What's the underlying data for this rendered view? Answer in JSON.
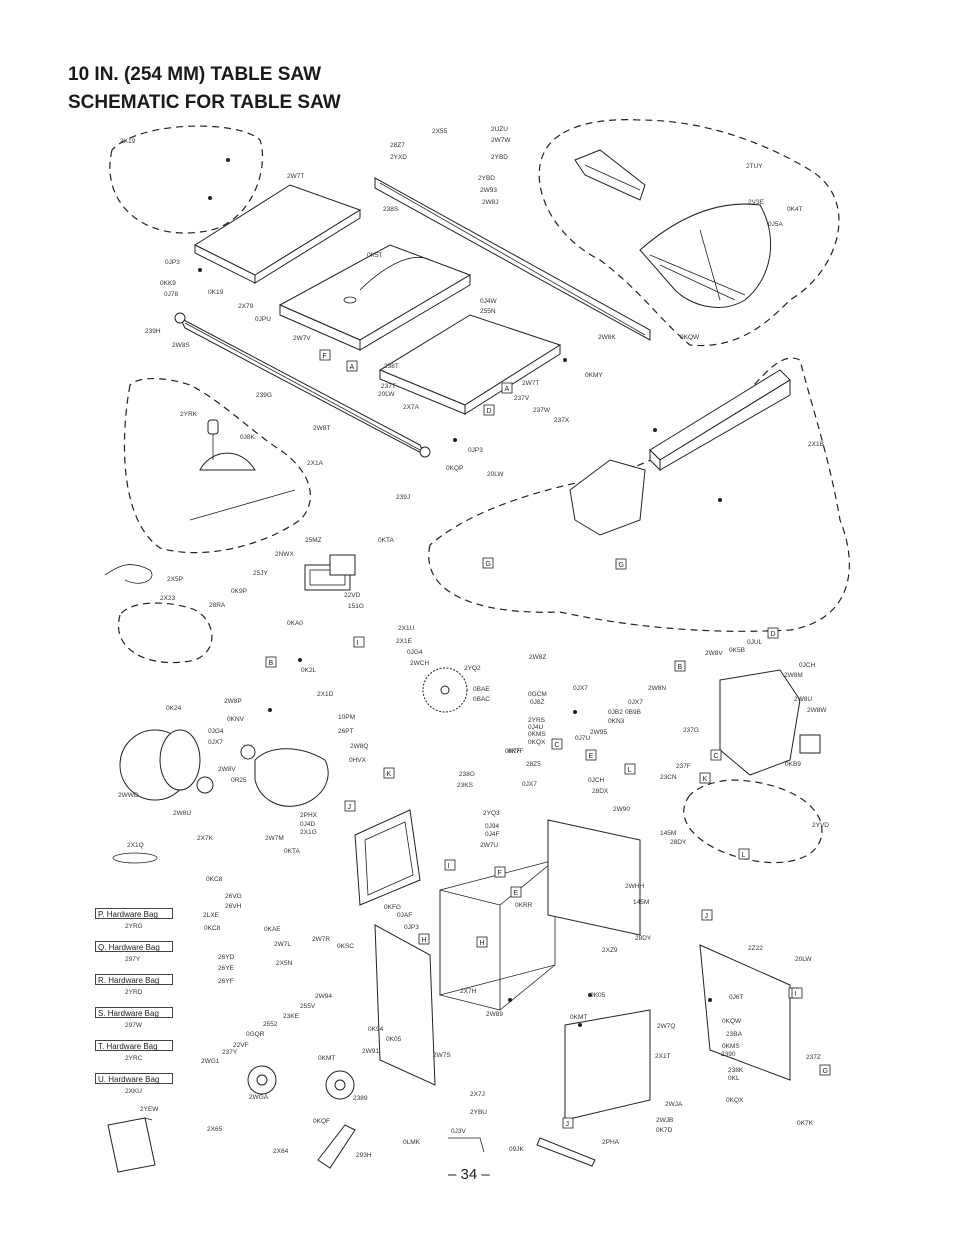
{
  "header": {
    "title_line1": "10 IN. (254 MM) TABLE SAW",
    "title_line2": "SCHEMATIC FOR TABLE SAW"
  },
  "page_number": "– 34 –",
  "hardware_bags": [
    {
      "label": "P. Hardware Bag",
      "code": "2YRG"
    },
    {
      "label": "Q. Hardware Bag",
      "code": "297Y"
    },
    {
      "label": "R. Hardware Bag",
      "code": "2YRD"
    },
    {
      "label": "S. Hardware Bag",
      "code": "297W"
    },
    {
      "label": "T. Hardware Bag",
      "code": "2YRC"
    },
    {
      "label": "U. Hardware Bag",
      "code": "2XKU"
    }
  ],
  "part_labels": [
    "2X19",
    "2W7T",
    "28Z7",
    "2YXD",
    "238S",
    "2X55",
    "2UZU",
    "2W7W",
    "2YBD",
    "2YBD",
    "2W93",
    "2W8J",
    "2TUY",
    "2V3E",
    "0K4T",
    "0J5A",
    "0JP3",
    "0KK9",
    "0J78",
    "0K19",
    "2X79",
    "0JPU",
    "239H",
    "2W8S",
    "2W7V",
    "0K5T",
    "0J4W",
    "255N",
    "2W8K",
    "0KQW",
    "238T",
    "237T",
    "20LW",
    "2W7T",
    "237V",
    "237W",
    "237X",
    "0KMY",
    "239G",
    "2YRK",
    "0J8K",
    "2W8T",
    "2X7A",
    "0JP3",
    "0KQP",
    "20LW",
    "2X1A",
    "239J",
    "2X1B",
    "25MZ",
    "0KTA",
    "2NWX",
    "25JY",
    "22VD",
    "151G",
    "2X5P",
    "2X23",
    "0K9P",
    "28RA",
    "0KA0",
    "2X1U",
    "2X1E",
    "0JG4",
    "2WCH",
    "2YQ2",
    "0BAE",
    "0BAC",
    "0K7F",
    "2W8Z",
    "0GCM",
    "0J8Z",
    "0JX7",
    "2YRS",
    "0J4U",
    "0KMS",
    "0KQX",
    "0K7F",
    "2W8V",
    "0K5B",
    "0JUL",
    "0JCH",
    "2W8M",
    "2W8N",
    "0JX7",
    "0JB2",
    "0B9B",
    "0KN3",
    "0J7U",
    "2W95",
    "237G",
    "237F",
    "23CN",
    "2W8U",
    "2W8W",
    "0KB9",
    "0K2L",
    "2X1D",
    "2W8P",
    "0K24",
    "0KNV",
    "0JG4",
    "0JX7",
    "10PM",
    "26PT",
    "2W8Q",
    "0HVX",
    "2W8V",
    "0R25",
    "2WWD",
    "2W8U",
    "2PHX",
    "0J4D",
    "2X1G",
    "238G",
    "23KS",
    "28Z5",
    "0JX7",
    "0JCH",
    "28DX",
    "2W90",
    "145M",
    "28DY",
    "2YVD",
    "2YQ3",
    "0J94",
    "0J4F",
    "2W7U",
    "2X1Q",
    "2X7K",
    "2W7M",
    "0KTA",
    "0KC8",
    "26VG",
    "26VH",
    "2LXE",
    "0KC8",
    "0KAE",
    "2W7L",
    "2W7R",
    "0KFG",
    "0JAF",
    "0JP3",
    "0KSC",
    "0KRR",
    "2WHH",
    "145M",
    "28DY",
    "2XZ9",
    "2Z22",
    "20LW",
    "26YD",
    "26YE",
    "26YF",
    "2X5N",
    "2W94",
    "255V",
    "23KE",
    "2552",
    "0GQR",
    "22VF",
    "237Y",
    "2WG1",
    "2WGA",
    "0KQF",
    "2389",
    "2W91",
    "0K94",
    "0K05",
    "0KMT",
    "2X7H",
    "0K05",
    "2W89",
    "0KMT",
    "2W7Q",
    "2X1T",
    "2W7S",
    "0J6T",
    "0KQW",
    "0KMS",
    "2390",
    "23BA",
    "238K",
    "0KL",
    "237Z",
    "2X7J",
    "2YBU",
    "2WJA",
    "2WJB",
    "0K7D",
    "0KQX",
    "0K7K",
    "2YEW",
    "2X65",
    "2X64",
    "293H",
    "0LMK",
    "0J3V",
    "09JK",
    "2PHA"
  ],
  "callout_letters": [
    "F",
    "A",
    "A",
    "D",
    "G",
    "G",
    "I",
    "B",
    "K",
    "J",
    "C",
    "D",
    "L",
    "B",
    "C",
    "E",
    "K",
    "L",
    "H",
    "I",
    "E",
    "D",
    "H",
    "J",
    "G",
    "I",
    "J",
    "F"
  ]
}
